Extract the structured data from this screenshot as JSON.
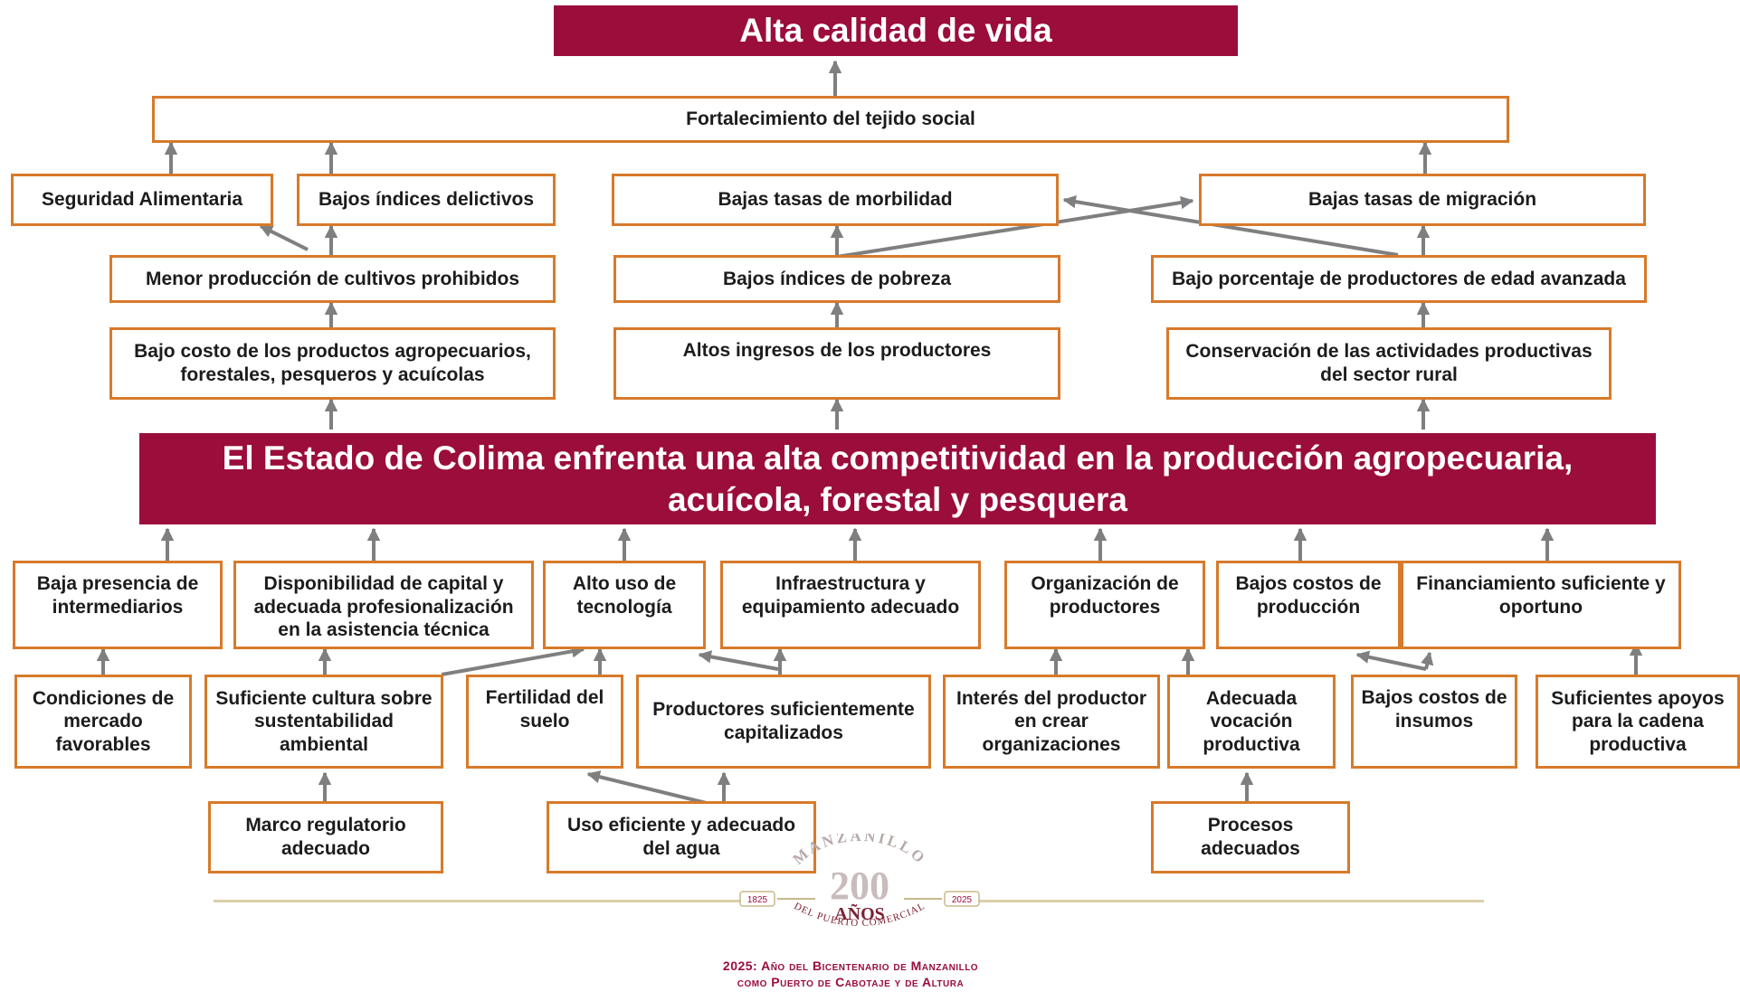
{
  "goal": "Alta calidad de vida",
  "problem": "El Estado de Colima enfrenta una alta competitividad en la producción agropecuaria, acuícola, forestal y pesquera",
  "ends": {
    "fortalecimiento": "Fortalecimiento del tejido social",
    "seguridad": "Seguridad Alimentaria",
    "bajos_indices_delictivos": "Bajos índices delictivos",
    "bajas_morbilidad": "Bajas tasas de morbilidad",
    "bajas_migracion": "Bajas tasas de migración",
    "menor_cultivos": "Menor producción de cultivos prohibidos",
    "bajos_pobreza": "Bajos índices de pobreza",
    "bajo_porcentaje": "Bajo porcentaje de productores de edad avanzada",
    "bajo_costo": "Bajo costo de los productos agropecuarios, forestales, pesqueros y acuícolas",
    "altos_ingresos": "Altos ingresos de los productores",
    "conservacion": "Conservación de las actividades productivas del sector rural"
  },
  "means": {
    "baja_presencia": "Baja presencia de intermediarios",
    "disponibilidad": "Disponibilidad de capital y adecuada profesionalización en la asistencia técnica",
    "alto_uso": "Alto uso de tecnología",
    "infraestructura": "Infraestructura y equipamiento adecuado",
    "organizacion": "Organización de productores",
    "bajos_costos_produccion": "Bajos costos de producción",
    "financiamiento": "Financiamiento suficiente y oportuno",
    "condiciones": "Condiciones de mercado favorables",
    "suficiente_cultura": "Suficiente cultura sobre sustentabilidad ambiental",
    "fertilidad": "Fertilidad del suelo",
    "productores_cap": "Productores suficientemente capitalizados",
    "interes": "Interés del productor en crear organizaciones",
    "adecuada_vocacion": "Adecuada vocación productiva",
    "bajos_insumos": "Bajos costos de insumos",
    "suficientes_apoyos": "Suficientes apoyos para la cadena productiva",
    "marco": "Marco regulatorio adecuado",
    "uso_agua": "Uso eficiente y adecuado del agua",
    "procesos": "Procesos adecuados"
  },
  "footer": {
    "seal_top": "MANZANILLO",
    "seal_number": "200",
    "seal_anos": "AÑOS",
    "seal_year_left": "1825",
    "seal_year_right": "2025",
    "seal_bottom": "DEL PUERTO COMERCIAL",
    "caption_line1": "2025: Año del Bicentenario de Manzanillo",
    "caption_line2": "como Puerto de Cabotaje y de Altura"
  },
  "colors": {
    "banner": "#9b0d3b",
    "box_border": "#d77a2b",
    "arrow": "#7f7f7f"
  }
}
